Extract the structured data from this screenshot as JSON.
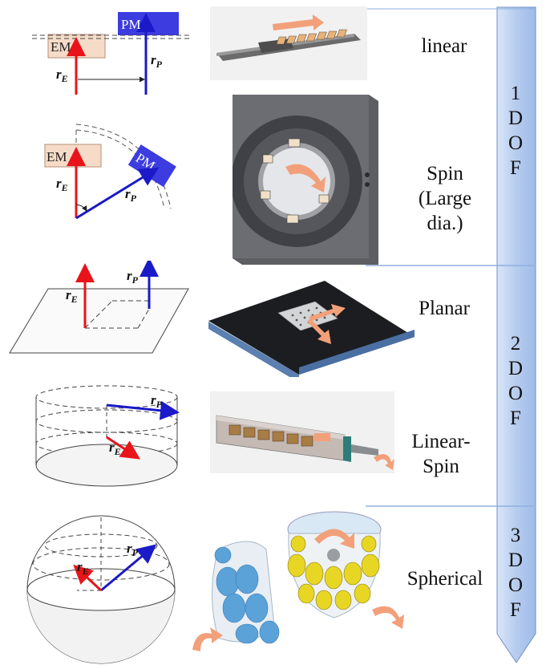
{
  "rows": [
    {
      "label": "linear",
      "diagram": {
        "em": "EM",
        "pm": "PM",
        "re_r": "r",
        "re_sub": "E",
        "rp_r": "r",
        "rp_sub": "P"
      }
    },
    {
      "label_lines": [
        "Spin",
        "(Large",
        "dia.)"
      ],
      "diagram": {
        "em": "EM",
        "pm": "PM",
        "re_r": "r",
        "re_sub": "E",
        "rp_r": "r",
        "rp_sub": "P"
      }
    },
    {
      "label": "Planar",
      "diagram": {
        "re_r": "r",
        "re_sub": "E",
        "rp_r": "r",
        "rp_sub": "P"
      }
    },
    {
      "label_lines": [
        "Linear-",
        "Spin"
      ],
      "diagram": {
        "re_r": "r",
        "re_sub": "E",
        "rp_r": "r",
        "rp_sub": "P"
      }
    },
    {
      "label": "Spherical",
      "diagram": {
        "re_r": "r",
        "re_sub": "E",
        "rp_r": "r",
        "rp_sub": "P"
      }
    }
  ],
  "dof_groups": [
    {
      "letters": [
        "1",
        "D",
        "O",
        "F"
      ]
    },
    {
      "letters": [
        "2",
        "D",
        "O",
        "F"
      ]
    },
    {
      "letters": [
        "3",
        "D",
        "O",
        "F"
      ]
    }
  ],
  "colors": {
    "em_vector": "#e8141a",
    "pm_vector": "#1a1ac8",
    "em_block": "#f6dcc8",
    "pm_block": "#3c3ce0",
    "arrow": "#f2a07a",
    "dof_bar": "#b7cef0"
  }
}
